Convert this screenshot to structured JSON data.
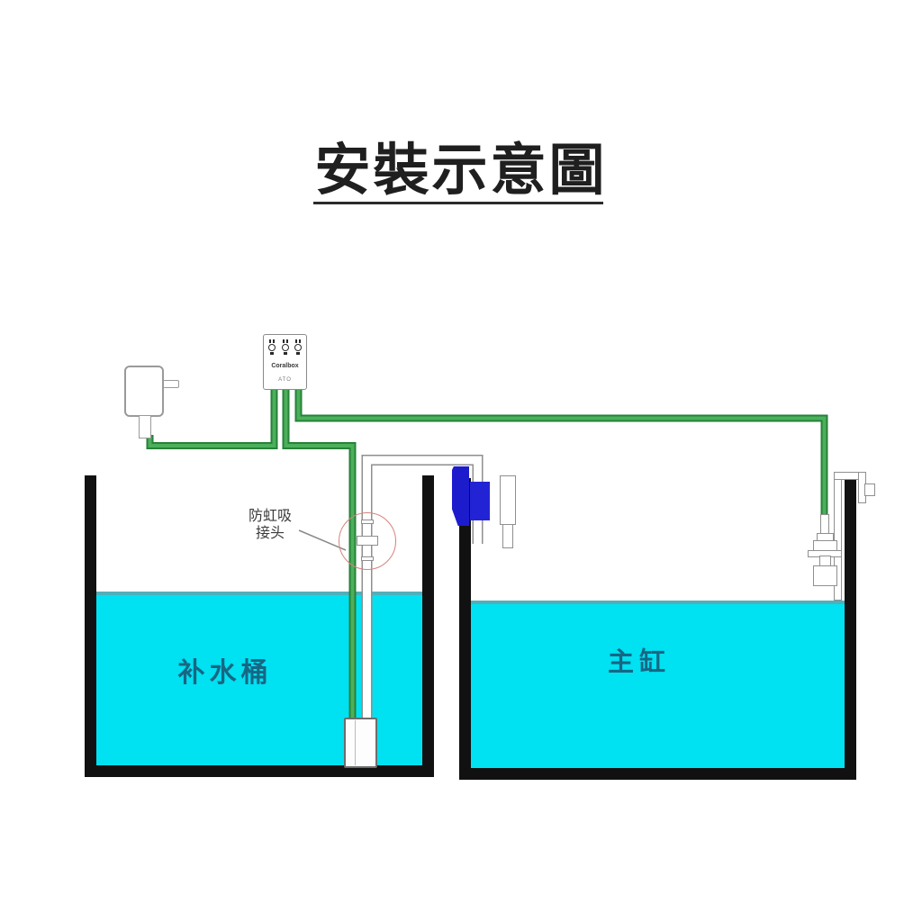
{
  "title": {
    "text": "安裝示意圖"
  },
  "controller": {
    "brand": "Coralbox",
    "model": "ATO",
    "port_count": 3
  },
  "adapter": {
    "type": "power-plug"
  },
  "tanks": {
    "left": {
      "label": "补水桶"
    },
    "right": {
      "label": "主缸"
    }
  },
  "annotation": {
    "line1": "防虹吸",
    "line2": "接头"
  },
  "colors": {
    "water": "#00E1F2",
    "water_surface_line": "#4FB0BA",
    "wire_green": "#4CAF5C",
    "wire_green_edge": "#268238",
    "tube_outline": "#8F8F8F",
    "holder_blue": "#1C1CCD",
    "tank_wall": "#111111",
    "annotation_circle": "#D4837B",
    "tank_label_text": "#176784",
    "title_text": "#1F1F1F"
  }
}
